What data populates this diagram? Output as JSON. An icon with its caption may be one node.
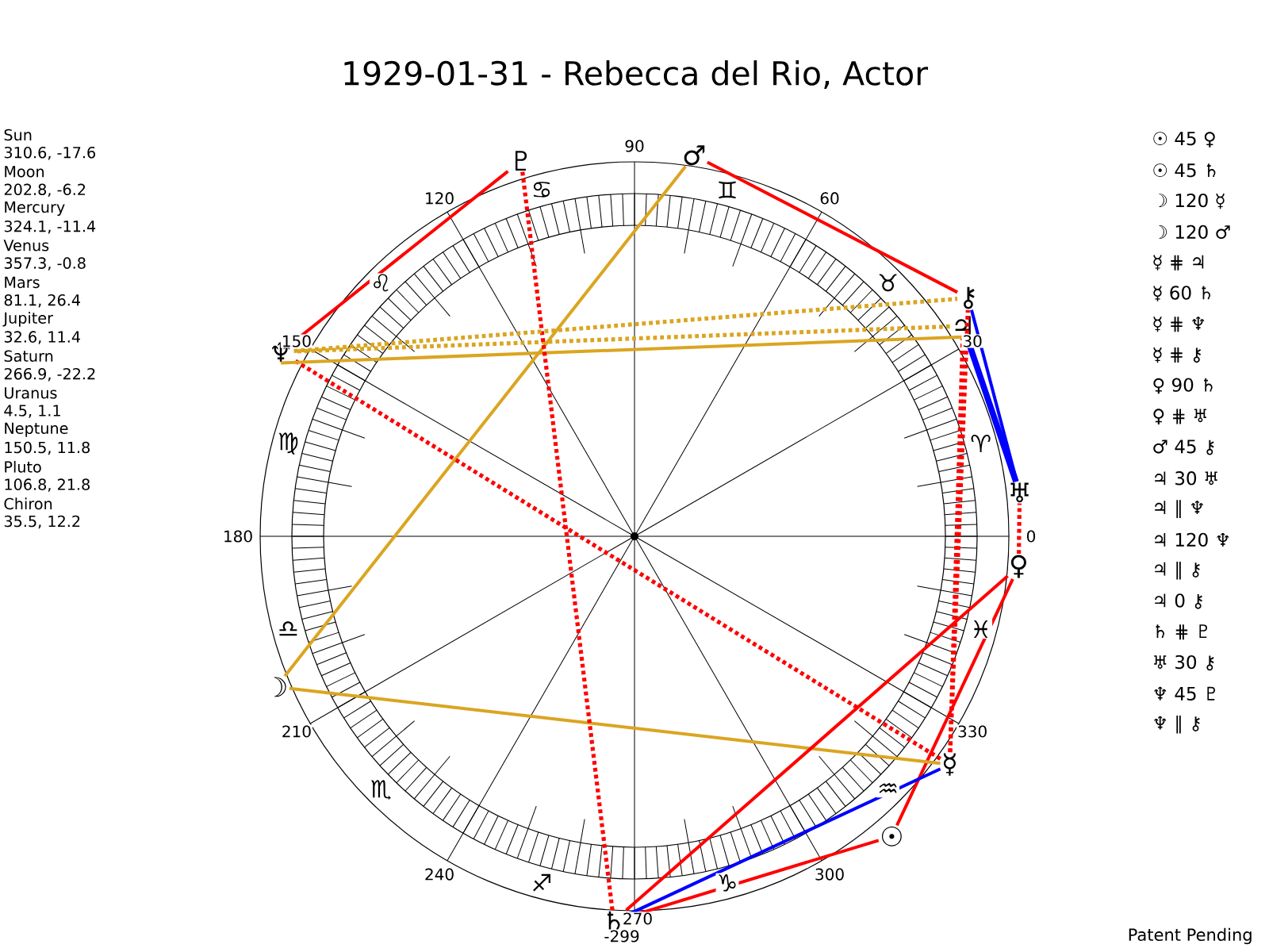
{
  "diagram": {
    "title": "1929-01-31 - Rebecca del Rio, Actor",
    "nodes": [
      {
        "text": [
          "☉"
        ]
      },
      {
        "text": [
          "☽"
        ]
      },
      {
        "text": [
          "☿"
        ]
      },
      {
        "text": [
          "♀"
        ]
      },
      {
        "text": [
          "♂"
        ]
      },
      {
        "text": [
          "♃"
        ]
      },
      {
        "text": [
          "♄"
        ]
      },
      {
        "text": [
          "♅"
        ]
      },
      {
        "text": [
          "♆"
        ]
      },
      {
        "text": [
          "♇"
        ]
      },
      {
        "text": [
          "⚷"
        ]
      }
    ],
    "edges": [
      {
        "from": 0,
        "to": 3,
        "arrow": "none"
      },
      {
        "from": 0,
        "to": 6,
        "arrow": "none"
      },
      {
        "from": 1,
        "to": 2,
        "arrow": "none",
        "color": "#daa520"
      },
      {
        "from": 1,
        "to": 4,
        "arrow": "none",
        "color": "#daa520"
      },
      {
        "from": 2,
        "to": 5,
        "arrow": "none",
        "style": "dashed"
      },
      {
        "from": 2,
        "to": 6,
        "arrow": "none",
        "color": "#0000ff"
      },
      {
        "from": 2,
        "to": 8,
        "arrow": "none",
        "style": "dashed"
      },
      {
        "from": 2,
        "to": 10,
        "arrow": "none",
        "style": "dashed"
      },
      {
        "from": 3,
        "to": 6,
        "arrow": "none"
      },
      {
        "from": 3,
        "to": 7,
        "arrow": "none",
        "style": "dashed"
      },
      {
        "from": 4,
        "to": 10,
        "arrow": "none"
      },
      {
        "from": 5,
        "to": 7,
        "arrow": "none",
        "color": "#0000ff",
        "style": "thick"
      },
      {
        "from": 5,
        "to": 8,
        "arrow": "none",
        "style": "dashed",
        "color": "#daa520"
      },
      {
        "from": 5,
        "to": 8,
        "arrow": "none",
        "color": "#daa520"
      },
      {
        "from": 6,
        "to": 9,
        "arrow": "none",
        "style": "dashed"
      },
      {
        "from": 7,
        "to": 10,
        "arrow": "none",
        "color": "#0000ff"
      },
      {
        "from": 8,
        "to": 9,
        "arrow": "none"
      },
      {
        "from": 8,
        "to": 10,
        "arrow": "none",
        "style": "dashed",
        "color": "#daa520"
      }
    ],
    "labels": [
      "Sun",
      "310.6, -17.6",
      "Moon",
      "202.8, -6.2",
      "Mercury",
      "324.1, -11.4",
      "Venus",
      "357.3, -0.8",
      "Mars",
      "81.1, 26.4",
      "Jupiter",
      "32.6, 11.4",
      "Saturn",
      "266.9, -22.2",
      "Uranus",
      "4.5, 1.1",
      "Neptune",
      "150.5, 11.8",
      "Pluto",
      "106.8, 21.8",
      "Chiron",
      "35.5, 12.2",
      "☉ 45 ♀",
      "☉ 45 ♄",
      "☽ 120 ☿",
      "☽ 120 ♂",
      "☿ ⋕ ♃",
      "☿ 60 ♄",
      "☿ ⋕ ♆",
      "☿ ⋕ ⚷",
      "♀ 90 ♄",
      "♀ ⋕ ♅",
      "♂ 45 ⚷",
      "♃ 30 ♅",
      "♃ ∥ ♆",
      "♃ 120 ♆",
      "♃ ∥ ⚷",
      "♃ 0 ⚷",
      "♄ ⋕ ♇",
      "♅ 30 ⚷",
      "♆ 45 ♇",
      "♆ ∥ ⚷",
      "♈",
      "♉",
      "♊",
      "♋",
      "♌",
      "♍",
      "♎",
      "♏",
      "♐",
      "♑",
      "♒",
      "♓",
      "90",
      "60",
      "30",
      "0",
      "330",
      "300",
      "270",
      "-299",
      "240",
      "210",
      "180",
      "150",
      "120",
      "Patent Pending"
    ]
  }
}
